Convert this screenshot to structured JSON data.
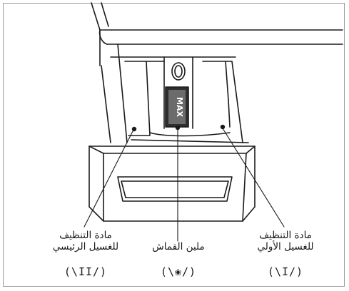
{
  "labels": {
    "main_wash": {
      "line1": "مادة التنظيف",
      "line2": "للغسيل الرئيسي",
      "symbol": "(\\II/)"
    },
    "softener": {
      "line1": "ملين القماش",
      "symbol": "(\\❀/)"
    },
    "prewash": {
      "line1": "مادة التنظيف",
      "line2": "للغسيل الأولي",
      "symbol": "(\\I/)"
    }
  },
  "max_mark": "MAX"
}
